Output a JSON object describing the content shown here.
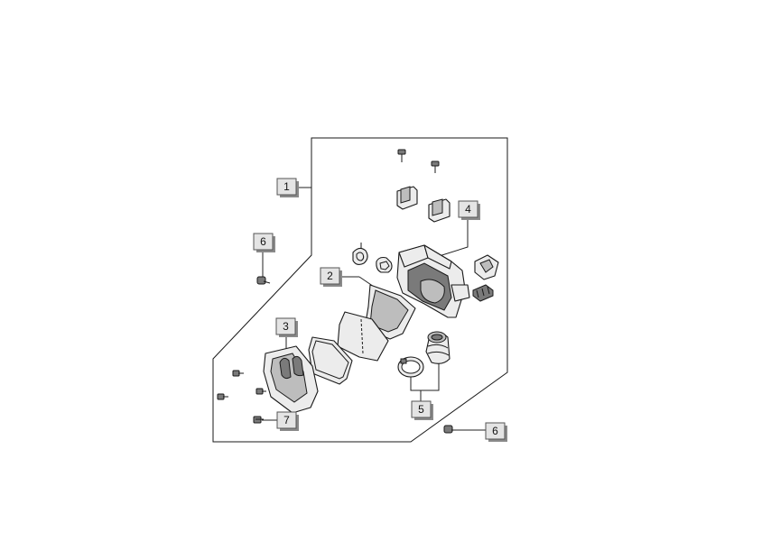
{
  "callouts": {
    "c1": "1",
    "c2": "2",
    "c3": "3",
    "c4": "4",
    "c5": "5",
    "c6a": "6",
    "c6b": "6",
    "c7": "7"
  }
}
